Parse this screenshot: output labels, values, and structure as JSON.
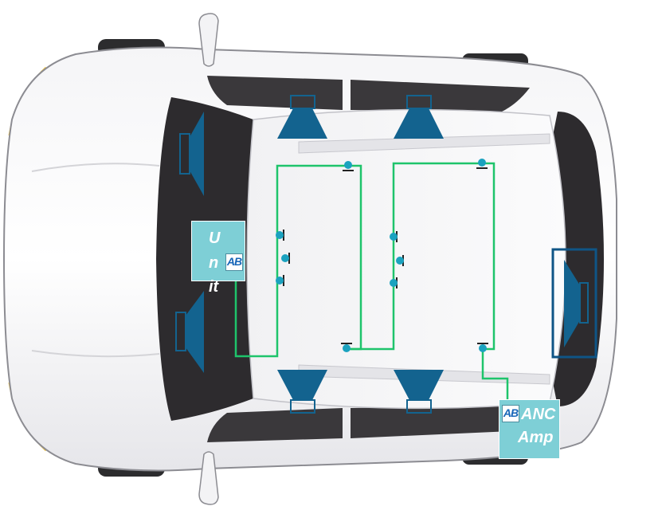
{
  "colors": {
    "car_body": "#ebebed",
    "window_glass": "#2d2b2e",
    "speaker": "#13638f",
    "wire": "#1ec46b",
    "sensor": "#1ba2bf",
    "label_box": "#7ecfd6",
    "label_text": "#ffffff",
    "highlight_frame": "#0f5586"
  },
  "head_unit": {
    "lines": [
      "U",
      "n",
      "it"
    ],
    "badge": "AB"
  },
  "anc_amp": {
    "lines": [
      "ANC",
      "Amp"
    ],
    "badge": "AB"
  },
  "icons": {
    "speaker": "speaker-icon",
    "microphone": "microphone-icon",
    "badge": "logo-icon"
  }
}
